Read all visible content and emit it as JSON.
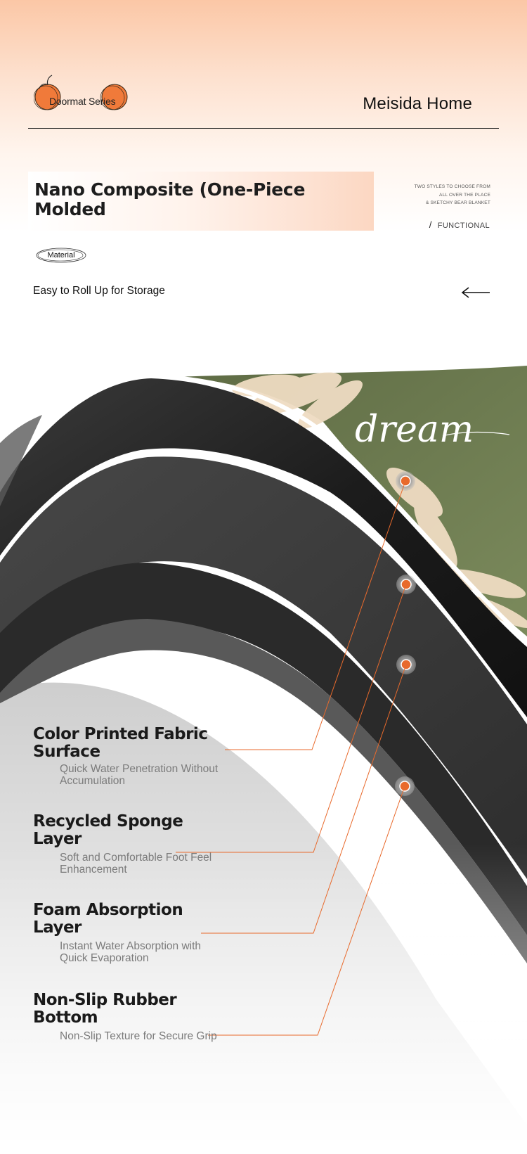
{
  "header": {
    "logo_text": "Doormat Series",
    "brand": "Meisida Home"
  },
  "intro": {
    "headline": "Nano Composite (One-Piece Molded",
    "styles_note": [
      "TWO STYLES TO CHOOSE FROM",
      "ALL OVER THE PLACE",
      "& SKETCHY BEAR BLANKET"
    ],
    "functional_label": "FUNCTIONAL",
    "material_label": "Material",
    "subheadline": "Easy to Roll Up for Storage"
  },
  "illustration": {
    "script_word": "dream",
    "accent_color": "#e86a2c",
    "mat_color": "#6f7d52"
  },
  "features": [
    {
      "title": "Color Printed Fabric Surface",
      "desc": "Quick Water Penetration Without Accumulation"
    },
    {
      "title": "Recycled Sponge Layer",
      "desc": "Soft and Comfortable Foot Feel Enhancement"
    },
    {
      "title": "Foam Absorption Layer",
      "desc": "Instant Water Absorption with Quick Evaporation"
    },
    {
      "title": "Non-Slip Rubber Bottom",
      "desc": "Non-Slip Texture for Secure Grip"
    }
  ],
  "icons": {
    "logo": "pumpkin-logo-icon",
    "arrow": "arrow-left-icon",
    "callout": "callout-dot-icon"
  }
}
